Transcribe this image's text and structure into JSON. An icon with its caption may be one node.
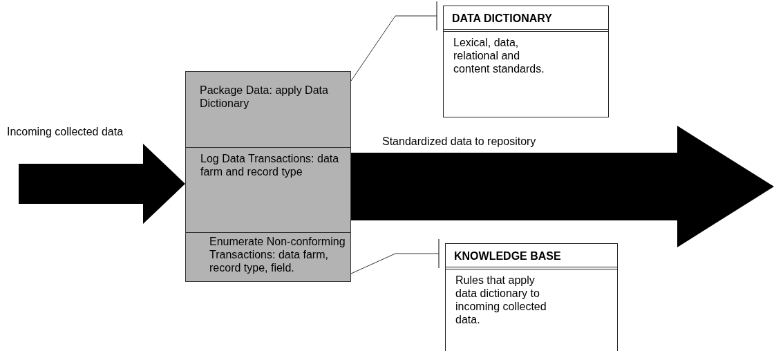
{
  "diagram": {
    "nodes": [
      {
        "text": [
          "Package Data: apply Data Dictionary"
        ]
      },
      {
        "text": [
          "Log Data Transactions: data farm and record type"
        ]
      },
      {
        "text": [
          "Enumerate Non-conforming Transactions: data farm, record type, field."
        ]
      },
      {
        "text": [
          "DATA DICTIONARY",
          "Lexical, data, relational and content standards."
        ]
      },
      {
        "text": [
          "KNOWLEDGE BASE",
          "Rules that apply data dictionary to incoming collected data."
        ]
      }
    ],
    "edges": [
      {
        "from": null,
        "to": 1,
        "arrow": "to",
        "style": "thick",
        "label": "Incoming collected data"
      },
      {
        "from": 1,
        "to": null,
        "arrow": "to",
        "style": "thick",
        "label": "Standardized data to repository"
      },
      {
        "from": 0,
        "to": 3,
        "arrow": "other"
      },
      {
        "from": 2,
        "to": 4,
        "arrow": "other"
      }
    ]
  }
}
